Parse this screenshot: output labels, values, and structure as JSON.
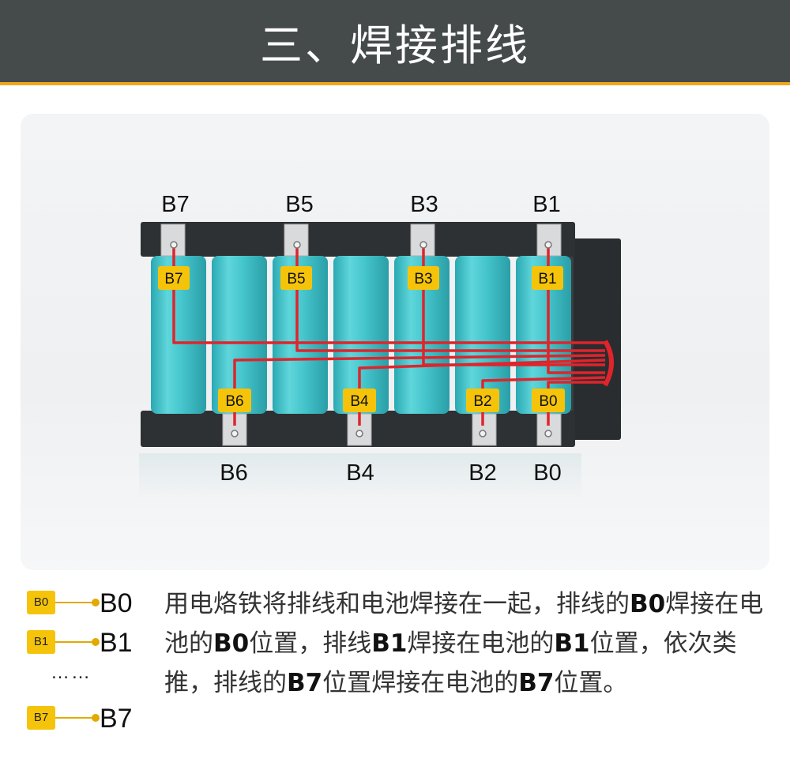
{
  "header": {
    "title": "三、焊接排线"
  },
  "colors": {
    "header_bg": "#454a4b",
    "accent": "#f2a71b",
    "badge": "#f5c40a",
    "wire": "#e0242b",
    "cell": "#40c4cc"
  },
  "diagram": {
    "top_pins": [
      "B7",
      "B5",
      "B3",
      "B1"
    ],
    "bottom_pins": [
      "B6",
      "B4",
      "B2",
      "B0"
    ],
    "top_tags": [
      "B7",
      "B5",
      "B3",
      "B1"
    ],
    "bottom_tags": [
      "B6",
      "B4",
      "B2",
      "B0"
    ]
  },
  "legend": {
    "items": [
      {
        "badge": "B0",
        "label": "B0"
      },
      {
        "badge": "B1",
        "label": "B1"
      },
      {
        "badge": "B7",
        "label": "B7"
      }
    ],
    "ellipsis": "……"
  },
  "description": {
    "t1": "用电烙铁将排线和电池焊接在一起，排线的",
    "b1": "B0",
    "t2": "焊接在电池的",
    "b2": "B0",
    "t3": "位置，排线",
    "b3": "B1",
    "t4": "焊接在电池的",
    "b4": "B1",
    "t5": "位置，依次类推，排线的",
    "b5": "B7",
    "t6": "位置焊接在电池的",
    "b6": "B7",
    "t7": "位置。"
  }
}
